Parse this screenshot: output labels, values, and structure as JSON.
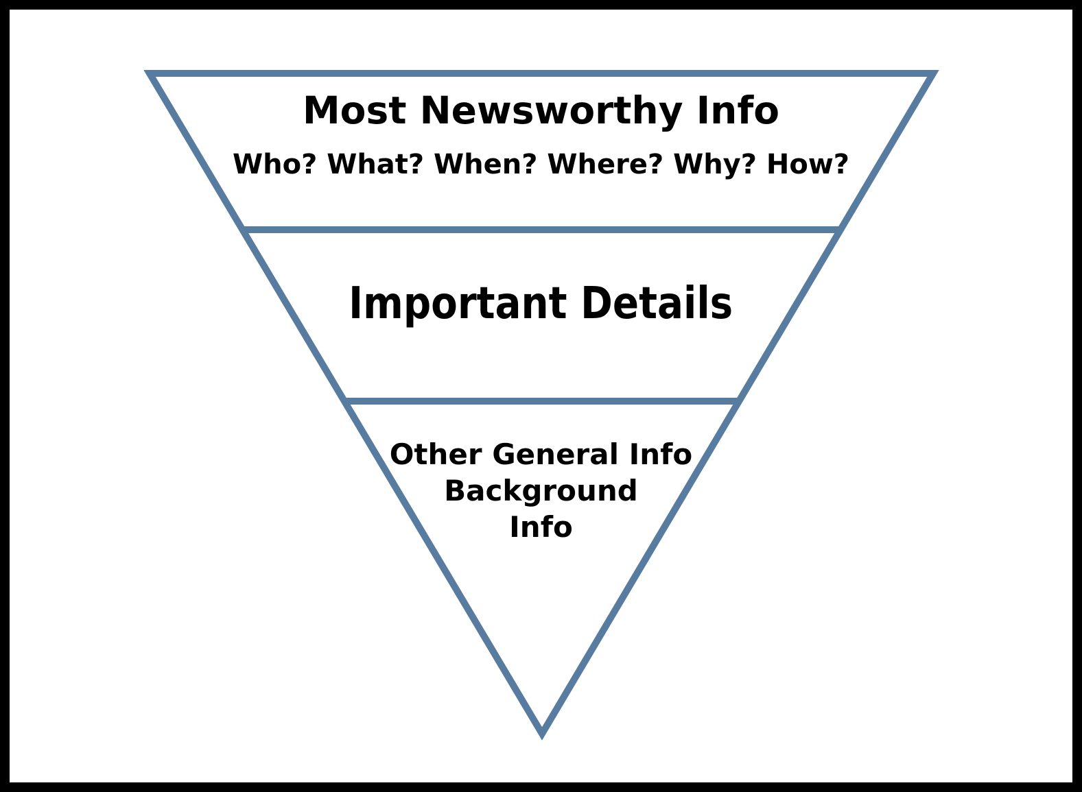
{
  "colors": {
    "frame": "#000000",
    "background": "#ffffff",
    "outline": "#587CA0",
    "text": "#000000"
  },
  "pyramid": {
    "top_section": {
      "heading": "Most Newsworthy Info",
      "subheading": "Who? What? When? Where? Why? How?"
    },
    "middle_section": {
      "heading": "Important Details"
    },
    "bottom_section": {
      "lines": [
        "Other General Info",
        "Background",
        "Info"
      ]
    }
  }
}
